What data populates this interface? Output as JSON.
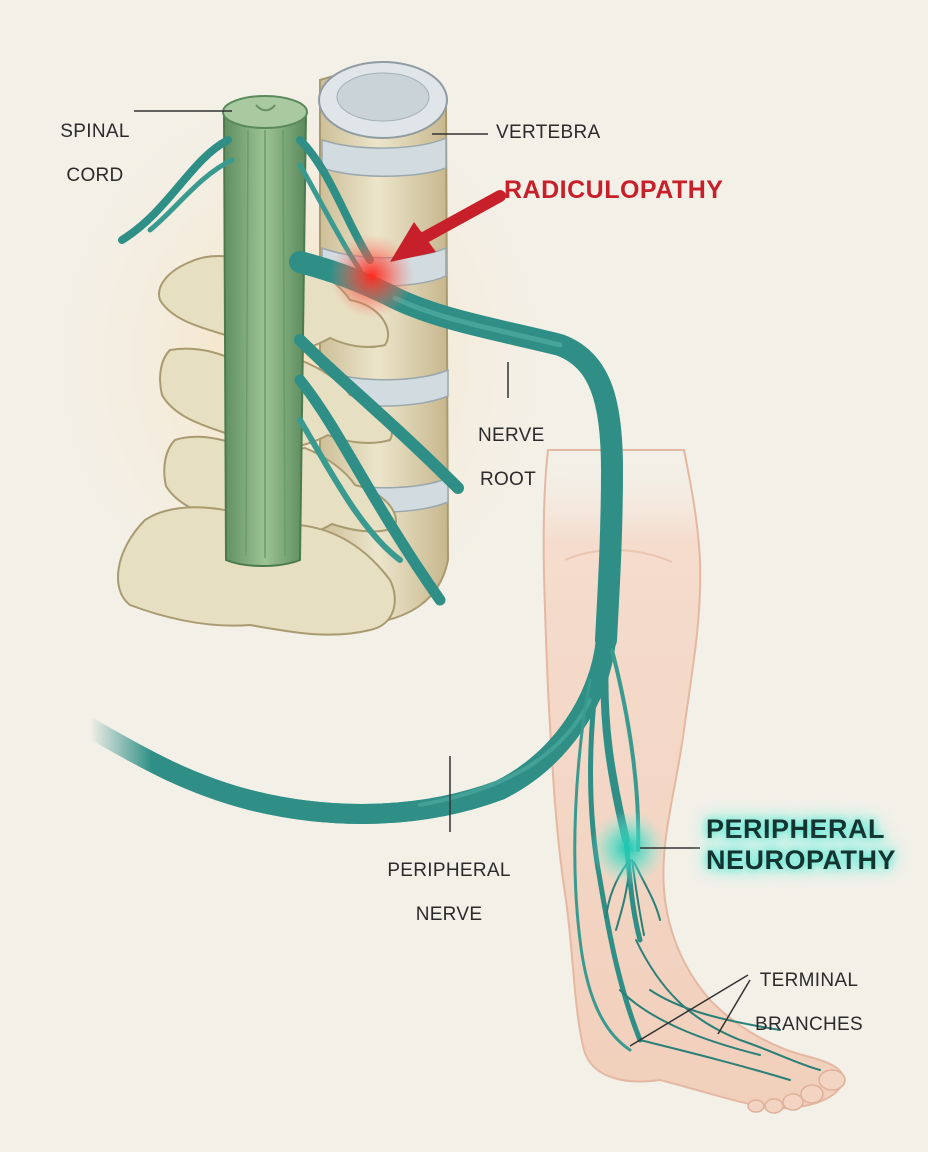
{
  "labels": {
    "spinal_cord": [
      "SPINAL",
      "CORD"
    ],
    "vertebra": "VERTEBRA",
    "radiculopathy": "RADICULOPATHY",
    "nerve_root": [
      "NERVE",
      "ROOT"
    ],
    "peripheral_nerve": [
      "PERIPHERAL",
      "NERVE"
    ],
    "peripheral_neuropathy": [
      "PERIPHERAL",
      "NEUROPATHY"
    ],
    "terminal_branches": [
      "TERMINAL",
      "BRANCHES"
    ]
  },
  "colors": {
    "background": "#f3f0e8",
    "bone": "#e7dfc2",
    "bone_shadow": "#b9ab84",
    "disc": "#d2dbdf",
    "nerve": "#2f8f86",
    "nerve_dark": "#1e6c66",
    "spinal_cord": "#7fa97a",
    "skin": "#f3d6c4",
    "radiculopathy_red": "#c8202a",
    "neuropathy_glow": "#3fe0cc"
  }
}
